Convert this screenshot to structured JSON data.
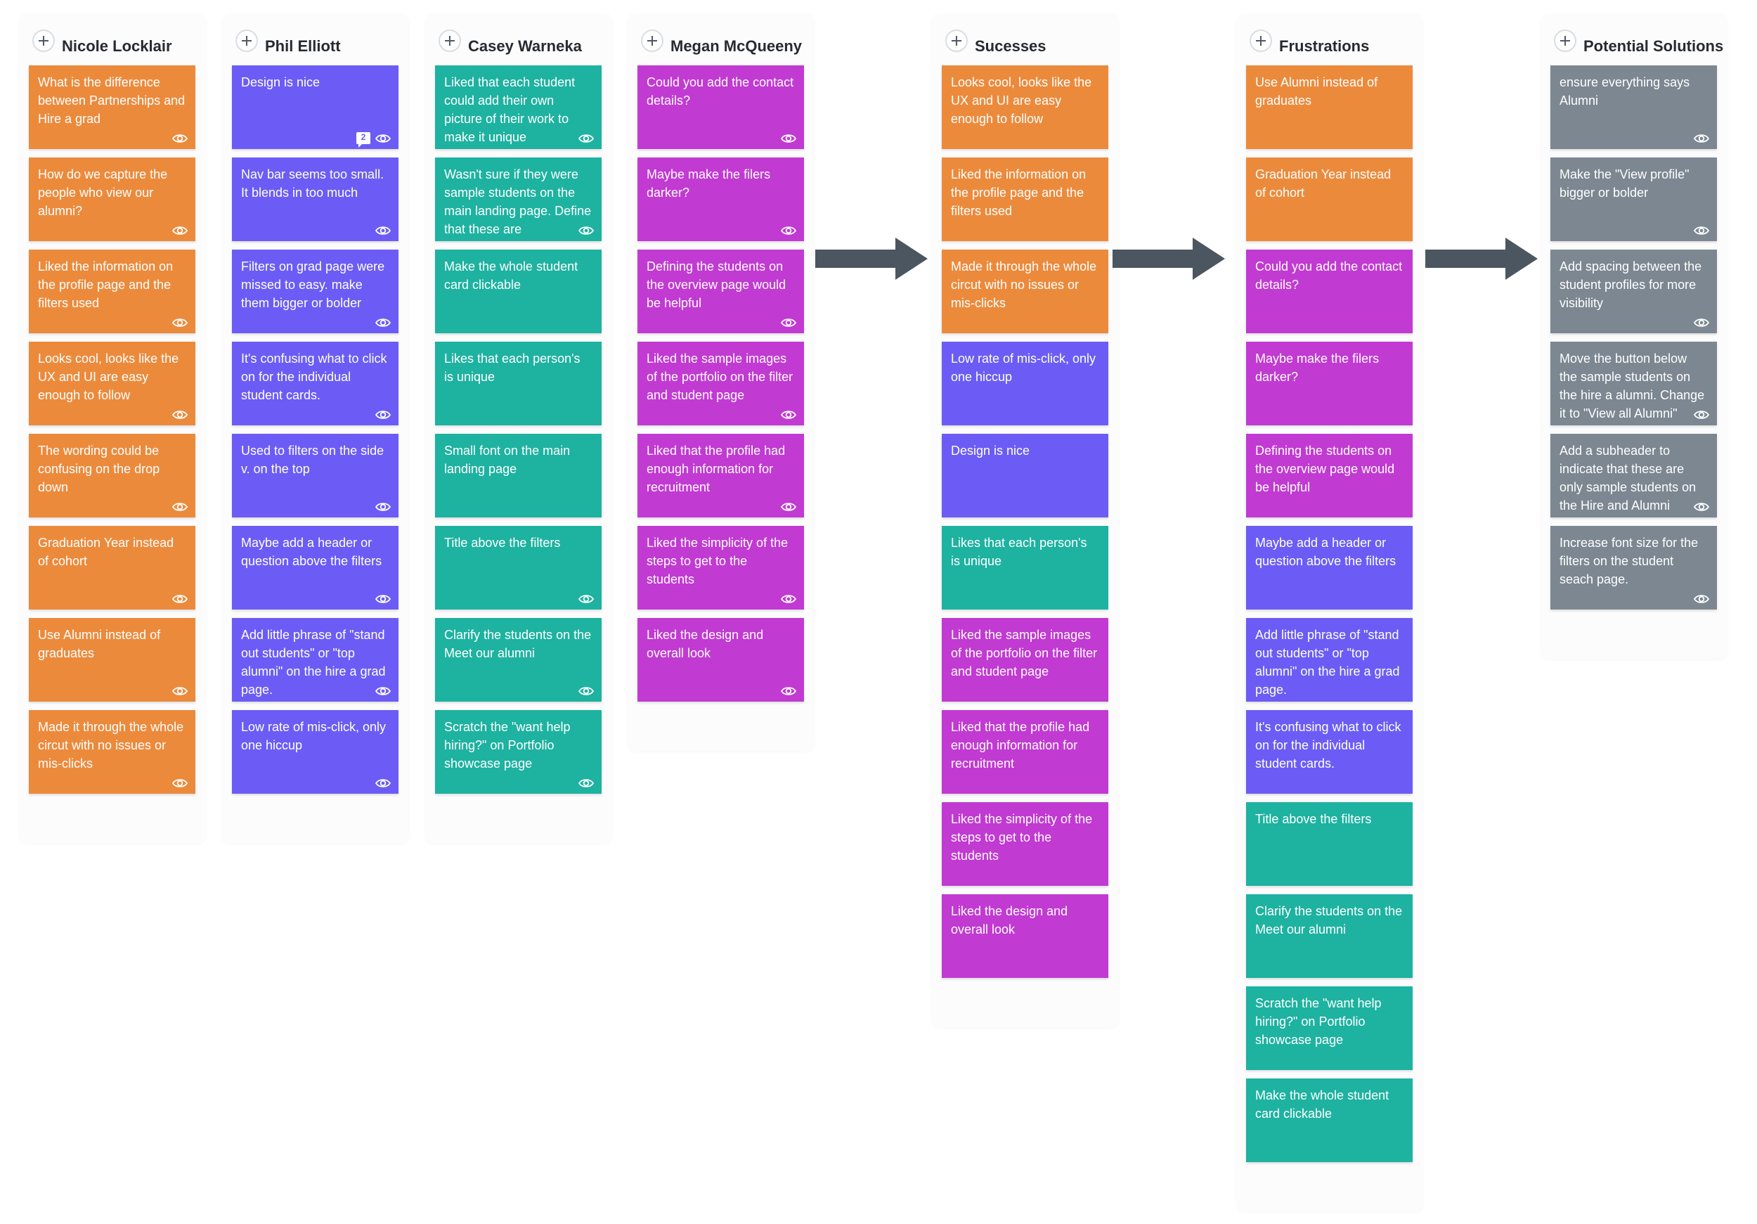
{
  "colors": {
    "orange": "#ec8a3c",
    "purple": "#6c5cf5",
    "teal": "#1eb2a0",
    "magenta": "#c13ad2",
    "grey": "#7c8791",
    "arrow": "#4b5661"
  },
  "icons": {
    "add": "plus-icon",
    "view": "eye-icon",
    "comment": "comment-icon",
    "flow": "arrow-right-icon"
  },
  "columns": [
    {
      "title": "Nicole Locklair",
      "cards": [
        {
          "text": "What is the difference between Partnerships and Hire a grad",
          "color": "orange"
        },
        {
          "text": "How do we capture the people who view our alumni?",
          "color": "orange"
        },
        {
          "text": "Liked the information on the profile page and the filters used",
          "color": "orange"
        },
        {
          "text": "Looks cool, looks like the UX and UI are easy enough to follow",
          "color": "orange"
        },
        {
          "text": "The wording could be confusing on the drop down",
          "color": "orange"
        },
        {
          "text": "Graduation Year instead of cohort",
          "color": "orange"
        },
        {
          "text": "Use Alumni instead of graduates",
          "color": "orange"
        },
        {
          "text": "Made it through the whole circut with no issues or mis-clicks",
          "color": "orange"
        }
      ]
    },
    {
      "title": "Phil Elliott",
      "cards": [
        {
          "text": "Design is nice",
          "color": "purple",
          "comments": "2"
        },
        {
          "text": "Nav bar seems too small. It blends in too much",
          "color": "purple"
        },
        {
          "text": "Filters on grad page were missed to easy. make them bigger or bolder",
          "color": "purple"
        },
        {
          "text": "It's confusing what to click on for the individual student cards.",
          "color": "purple"
        },
        {
          "text": "Used to filters on the side v. on the top",
          "color": "purple"
        },
        {
          "text": "Maybe add a header or question above the filters",
          "color": "purple"
        },
        {
          "text": "Add little phrase of \"stand out students\" or \"top alumni\" on the hire a grad page.",
          "color": "purple"
        },
        {
          "text": "Low rate of mis-click, only one hiccup",
          "color": "purple"
        }
      ]
    },
    {
      "title": "Casey Warneka",
      "cards": [
        {
          "text": "Liked that each student could add their own picture of their work to make it unique",
          "color": "teal"
        },
        {
          "text": "Wasn't sure if they were sample students on the main landing page. Define that these are",
          "color": "teal"
        },
        {
          "text": "Make the whole student card clickable",
          "color": "teal"
        },
        {
          "text": "Likes that each person's is unique",
          "color": "teal"
        },
        {
          "text": "Small font on the main landing page",
          "color": "teal"
        },
        {
          "text": "Title above the filters",
          "color": "teal"
        },
        {
          "text": "Clarify the students on the Meet our alumni",
          "color": "teal"
        },
        {
          "text": "Scratch the \"want help hiring?\" on Portfolio showcase page",
          "color": "teal"
        }
      ]
    },
    {
      "title": "Megan McQueeny",
      "cards": [
        {
          "text": "Could you add the contact details?",
          "color": "magenta"
        },
        {
          "text": "Maybe make the filers darker?",
          "color": "magenta"
        },
        {
          "text": "Defining the students on the overview page would be helpful",
          "color": "magenta"
        },
        {
          "text": "Liked the sample images of the portfolio on the filter and student page",
          "color": "magenta"
        },
        {
          "text": "Liked that the profile had enough information for recruitment",
          "color": "magenta"
        },
        {
          "text": "Liked the simplicity of the steps to get to the students",
          "color": "magenta"
        },
        {
          "text": "Liked the design and overall look",
          "color": "magenta"
        }
      ]
    },
    {
      "title": "Sucesses",
      "cards": [
        {
          "text": "Looks cool, looks like the UX and UI are easy enough to follow",
          "color": "orange"
        },
        {
          "text": "Liked the information on the profile page and the filters used",
          "color": "orange"
        },
        {
          "text": "Made it through the whole circut with no issues or mis-clicks",
          "color": "orange"
        },
        {
          "text": "Low rate of mis-click, only one hiccup",
          "color": "purple"
        },
        {
          "text": "Design is nice",
          "color": "purple"
        },
        {
          "text": "Likes that each person's is unique",
          "color": "teal"
        },
        {
          "text": "Liked the sample images of the portfolio on the filter and student page",
          "color": "magenta"
        },
        {
          "text": "Liked that the profile had enough information for recruitment",
          "color": "magenta"
        },
        {
          "text": "Liked the simplicity of the steps to get to the students",
          "color": "magenta"
        },
        {
          "text": "Liked the design and overall look",
          "color": "magenta"
        }
      ]
    },
    {
      "title": "Frustrations",
      "cards": [
        {
          "text": "Use Alumni instead of graduates",
          "color": "orange"
        },
        {
          "text": "Graduation Year instead of cohort",
          "color": "orange"
        },
        {
          "text": "Could you add the contact details?",
          "color": "magenta"
        },
        {
          "text": "Maybe make the filers darker?",
          "color": "magenta"
        },
        {
          "text": "Defining the students on the overview page would be helpful",
          "color": "magenta"
        },
        {
          "text": "Maybe add a header or question above the filters",
          "color": "purple"
        },
        {
          "text": "Add little phrase of \"stand out students\" or \"top alumni\" on the hire a grad page.",
          "color": "purple"
        },
        {
          "text": "It's confusing what to click on for the individual student cards.",
          "color": "purple"
        },
        {
          "text": "Title above the filters",
          "color": "teal"
        },
        {
          "text": "Clarify the students on the Meet our alumni",
          "color": "teal"
        },
        {
          "text": "Scratch the \"want help hiring?\" on Portfolio showcase page",
          "color": "teal"
        },
        {
          "text": "Make the whole student card clickable",
          "color": "teal"
        }
      ]
    },
    {
      "title": "Potential Solutions",
      "cards": [
        {
          "text": "ensure everything says Alumni",
          "color": "grey"
        },
        {
          "text": "Make the \"View profile\" bigger or bolder",
          "color": "grey"
        },
        {
          "text": "Add spacing between the student profiles for more visibility",
          "color": "grey"
        },
        {
          "text": "Move the button below the sample students on the hire a alumni. Change it to \"View all Alumni\"",
          "color": "grey"
        },
        {
          "text": "Add a subheader to indicate that these are only sample students on the Hire and Alumni landing page.",
          "color": "grey"
        },
        {
          "text": "Increase font size for the filters on the student seach page.",
          "color": "grey"
        }
      ]
    }
  ]
}
